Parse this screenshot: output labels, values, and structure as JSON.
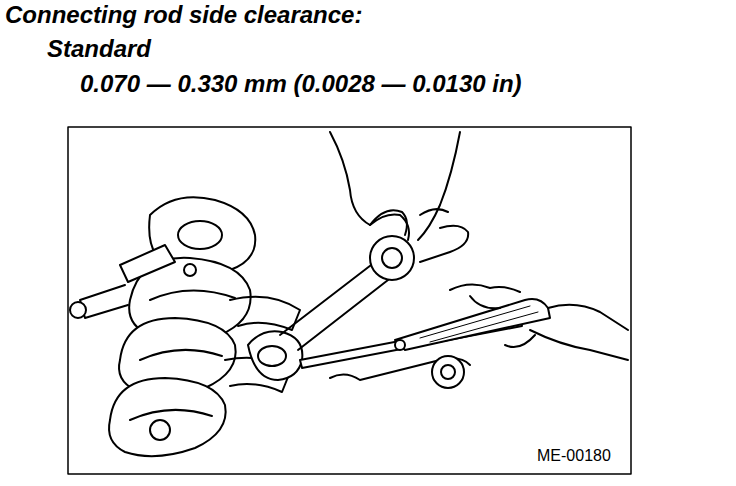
{
  "diagram": {
    "title": "Connecting rod side clearance:",
    "labels": [
      "Standard",
      "0.070 — 0.330 mm (0.0028 — 0.0130 in)",
      "ME-00180"
    ]
  }
}
